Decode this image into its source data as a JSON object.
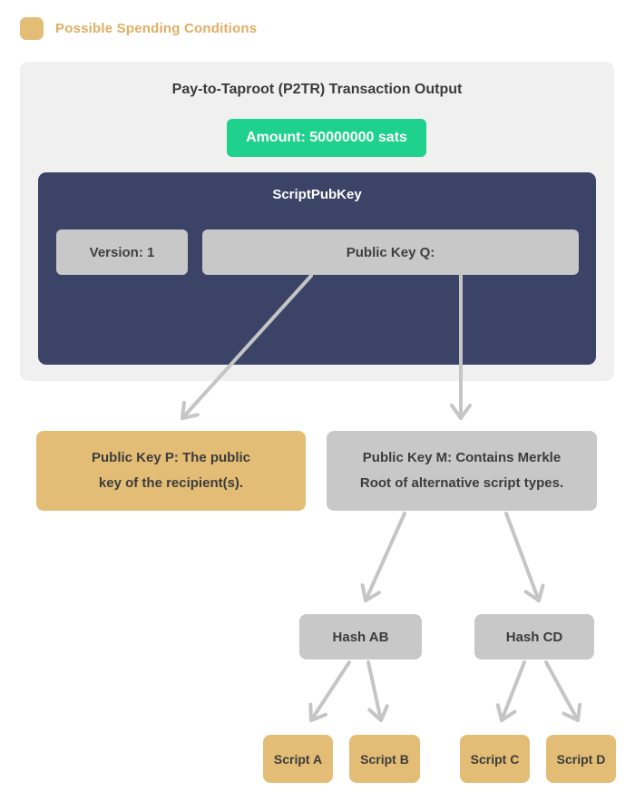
{
  "legend": {
    "swatch_icon": "gold-rounded-square",
    "label": "Possible Spending Conditions"
  },
  "diagram": {
    "title": "Pay-to-Taproot (P2TR) Transaction Output",
    "amount_label": "Amount: 50000000 sats",
    "scriptpubkey": {
      "label": "ScriptPubKey",
      "version_field": "Version: 1",
      "public_key_q_field": "Public Key Q:"
    },
    "key_path_node": {
      "line1": "Public Key P: The public",
      "line2": "key of the recipient(s)."
    },
    "script_path_node": {
      "line1": "Public Key M: Contains Merkle",
      "line2": "Root of alternative script types."
    },
    "hash_nodes": [
      "Hash AB",
      "Hash CD"
    ],
    "script_nodes": [
      "Script A",
      "Script B",
      "Script C",
      "Script D"
    ]
  },
  "colors": {
    "gold": "#e3bd75",
    "gold-text": "#dfae63",
    "green": "#1ed18c",
    "navy": "#3b4367",
    "panel": "#f0f0f1",
    "graybox": "#c8c8c8",
    "arrow": "#c5c5c5",
    "ink": "#3b3b3b"
  }
}
